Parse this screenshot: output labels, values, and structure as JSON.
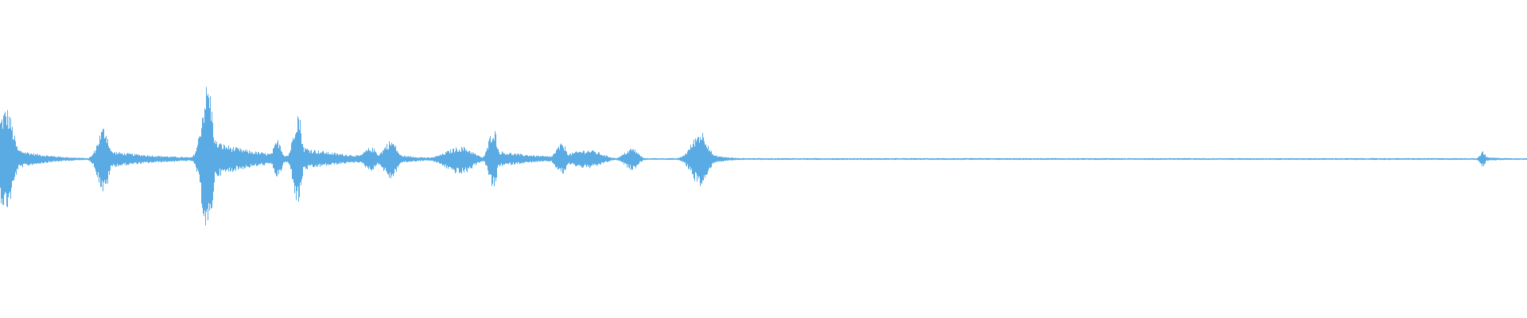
{
  "waveform": {
    "color": "#5aabe3",
    "background": "#ffffff",
    "baseline_amplitude": 0.012,
    "events": [
      {
        "time": 0.004,
        "peak_up": 0.66,
        "peak_down": 0.66,
        "width": 0.006,
        "tail": 0.02
      },
      {
        "time": 0.068,
        "peak_up": 0.42,
        "peak_down": 0.45,
        "width": 0.004,
        "tail": 0.035
      },
      {
        "time": 0.136,
        "peak_up": 0.98,
        "peak_down": 1.0,
        "width": 0.004,
        "tail": 0.03
      },
      {
        "time": 0.182,
        "peak_up": 0.25,
        "peak_down": 0.25,
        "width": 0.003,
        "tail": 0.01
      },
      {
        "time": 0.195,
        "peak_up": 0.63,
        "peak_down": 0.6,
        "width": 0.003,
        "tail": 0.03
      },
      {
        "time": 0.243,
        "peak_up": 0.15,
        "peak_down": 0.15,
        "width": 0.005,
        "tail": 0.012
      },
      {
        "time": 0.256,
        "peak_up": 0.24,
        "peak_down": 0.26,
        "width": 0.005,
        "tail": 0.02
      },
      {
        "time": 0.302,
        "peak_up": 0.16,
        "peak_down": 0.2,
        "width": 0.01,
        "tail": 0.012
      },
      {
        "time": 0.323,
        "peak_up": 0.42,
        "peak_down": 0.4,
        "width": 0.003,
        "tail": 0.03
      },
      {
        "time": 0.368,
        "peak_up": 0.2,
        "peak_down": 0.2,
        "width": 0.004,
        "tail": 0.01
      },
      {
        "time": 0.385,
        "peak_up": 0.12,
        "peak_down": 0.12,
        "width": 0.012,
        "tail": 0.01
      },
      {
        "time": 0.414,
        "peak_up": 0.14,
        "peak_down": 0.14,
        "width": 0.005,
        "tail": 0.008
      },
      {
        "time": 0.459,
        "peak_up": 0.36,
        "peak_down": 0.36,
        "width": 0.006,
        "tail": 0.012
      },
      {
        "time": 0.971,
        "peak_up": 0.1,
        "peak_down": 0.1,
        "width": 0.002,
        "tail": 0.018
      }
    ]
  }
}
